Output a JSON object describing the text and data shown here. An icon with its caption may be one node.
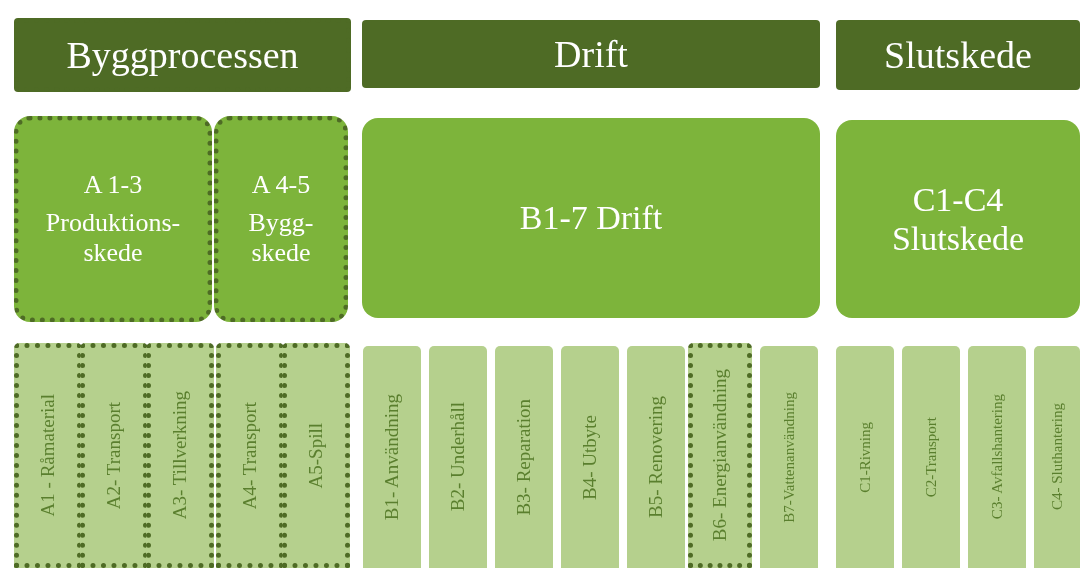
{
  "diagram": {
    "nodes": [
      {
        "text": [
          "Byggprocessen"
        ]
      },
      {
        "text": [
          "Drift"
        ]
      },
      {
        "text": [
          "Slutskede"
        ]
      },
      {
        "text": [
          "A 1-3",
          "Produktions- skede"
        ]
      },
      {
        "text": [
          "A 4-5",
          "Bygg- skede"
        ]
      },
      {
        "text": [
          "B1-7 Drift"
        ]
      },
      {
        "text": [
          "C1-C4 Slutskede"
        ]
      },
      {
        "text": [
          "A1 - Råmaterial"
        ]
      },
      {
        "text": [
          "A2- Transport"
        ]
      },
      {
        "text": [
          "A3- Tillverkning"
        ]
      },
      {
        "text": [
          "A4- Transport"
        ]
      },
      {
        "text": [
          "A5-Spill"
        ]
      },
      {
        "text": [
          "B1- Användning"
        ]
      },
      {
        "text": [
          "B2- Underhåll"
        ]
      },
      {
        "text": [
          "B3- Reparation"
        ]
      },
      {
        "text": [
          "B4- Utbyte"
        ]
      },
      {
        "text": [
          "B5- Renovering"
        ]
      },
      {
        "text": [
          "B6- Energianvändning"
        ]
      },
      {
        "text": [
          "B7-Vattenanvändning"
        ]
      },
      {
        "text": [
          "C1-Rivning"
        ]
      },
      {
        "text": [
          "C2-Transport"
        ]
      },
      {
        "text": [
          "C3- Avfallshantering"
        ]
      },
      {
        "text": [
          "C4- Sluthantering"
        ]
      }
    ]
  }
}
